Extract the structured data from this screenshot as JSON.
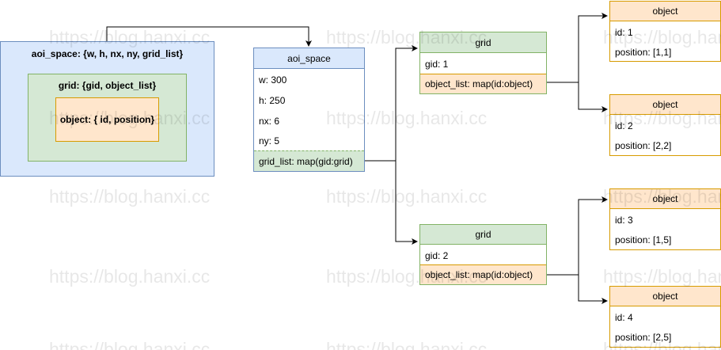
{
  "watermark": "https://blog.hanxi.cc",
  "legend": {
    "outer_label": "aoi_space: {w, h, nx, ny, grid_list}",
    "middle_label": "grid: {gid, object_list}",
    "inner_label": "object: { id, position}"
  },
  "aoi_space": {
    "title": "aoi_space",
    "w": "w: 300",
    "h": "h: 250",
    "nx": "nx: 6",
    "ny": "ny: 5",
    "grid_list": "grid_list: map(gid:grid)"
  },
  "grids": [
    {
      "title": "grid",
      "gid": "gid: 1",
      "object_list": "object_list: map(id:object)"
    },
    {
      "title": "grid",
      "gid": "gid: 2",
      "object_list": "object_list: map(id:object)"
    }
  ],
  "objects": [
    {
      "title": "object",
      "id": "id: 1",
      "position": "position: [1,1]"
    },
    {
      "title": "object",
      "id": "id: 2",
      "position": "position: [2,2]"
    },
    {
      "title": "object",
      "id": "id: 3",
      "position": "position: [1,5]"
    },
    {
      "title": "object",
      "id": "id: 4",
      "position": "position: [2,5]"
    }
  ],
  "colors": {
    "blue_fill": "#dae8fc",
    "blue_stroke": "#6c8ebf",
    "green_fill": "#d5e8d4",
    "green_stroke": "#82b366",
    "orange_fill": "#ffe6cc",
    "orange_stroke": "#d79b00"
  }
}
